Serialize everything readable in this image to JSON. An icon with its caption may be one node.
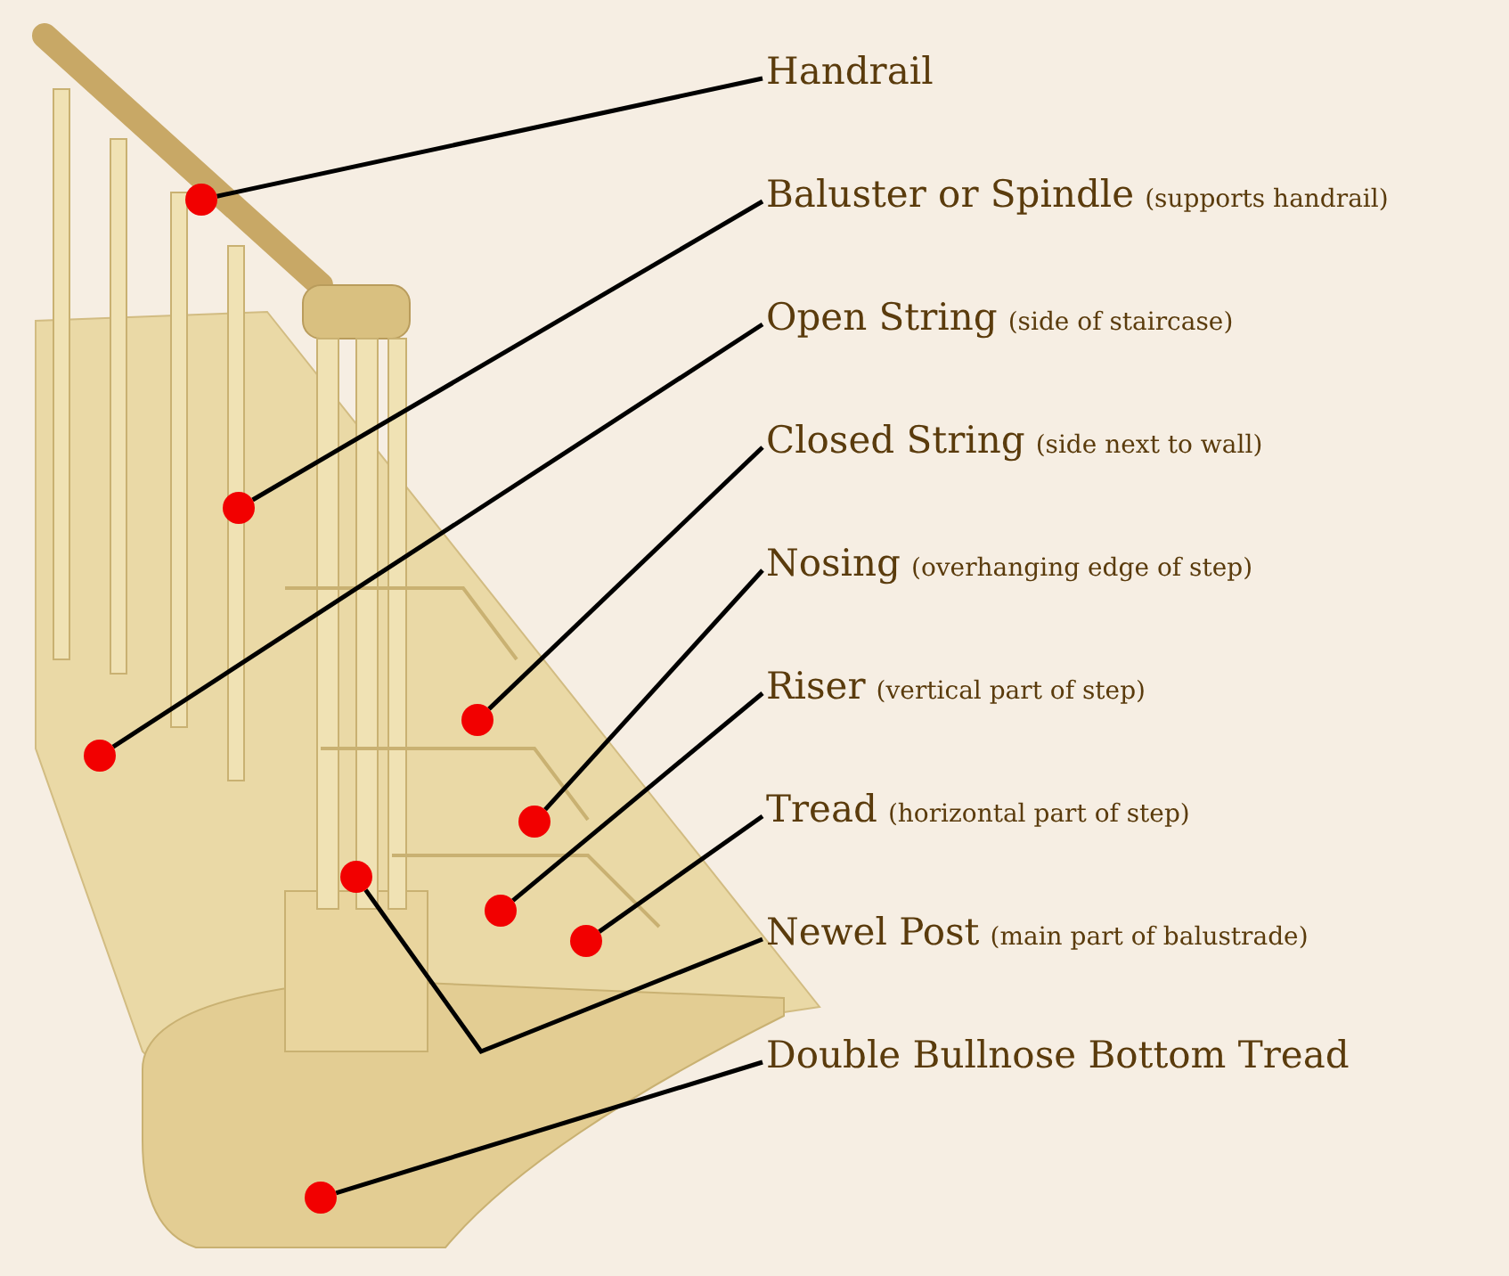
{
  "diagram": {
    "nodes": [
      {
        "text": [
          "Handrail"
        ]
      },
      {
        "text": [
          "Baluster or Spindle",
          "(supports handrail)"
        ]
      },
      {
        "text": [
          "Open String",
          "(side of staircase)"
        ]
      },
      {
        "text": [
          "Closed String",
          "(side next to wall)"
        ]
      },
      {
        "text": [
          "Nosing",
          "(overhanging edge of step)"
        ]
      },
      {
        "text": [
          "Riser",
          "(vertical part of step)"
        ]
      },
      {
        "text": [
          "Tread",
          "(horizontal part of step)"
        ]
      },
      {
        "text": [
          "Newel Post",
          "(main part of balustrade)"
        ]
      },
      {
        "text": [
          "Double Bullnose Bottom Tread"
        ]
      },
      {
        "text": [],
        "shape": "circle"
      },
      {
        "text": [],
        "shape": "circle"
      },
      {
        "text": [],
        "shape": "circle"
      },
      {
        "text": [],
        "shape": "circle"
      },
      {
        "text": [],
        "shape": "circle"
      },
      {
        "text": [],
        "shape": "circle"
      },
      {
        "text": [],
        "shape": "circle"
      },
      {
        "text": [],
        "shape": "circle"
      },
      {
        "text": [],
        "shape": "circle"
      }
    ],
    "edges": [
      {
        "from": 0,
        "to": 9,
        "arrow": "none"
      },
      {
        "from": 1,
        "to": 14,
        "arrow": "none"
      },
      {
        "from": 2,
        "to": 10,
        "arrow": "none"
      },
      {
        "from": 3,
        "to": 11,
        "arrow": "none"
      },
      {
        "from": 4,
        "to": 12,
        "arrow": "none"
      },
      {
        "from": 5,
        "to": 15,
        "arrow": "none"
      },
      {
        "from": 6,
        "to": 16,
        "arrow": "none"
      },
      {
        "from": 7,
        "to": 13,
        "arrow": "none"
      },
      {
        "from": 8,
        "to": 17,
        "arrow": "none"
      }
    ]
  }
}
